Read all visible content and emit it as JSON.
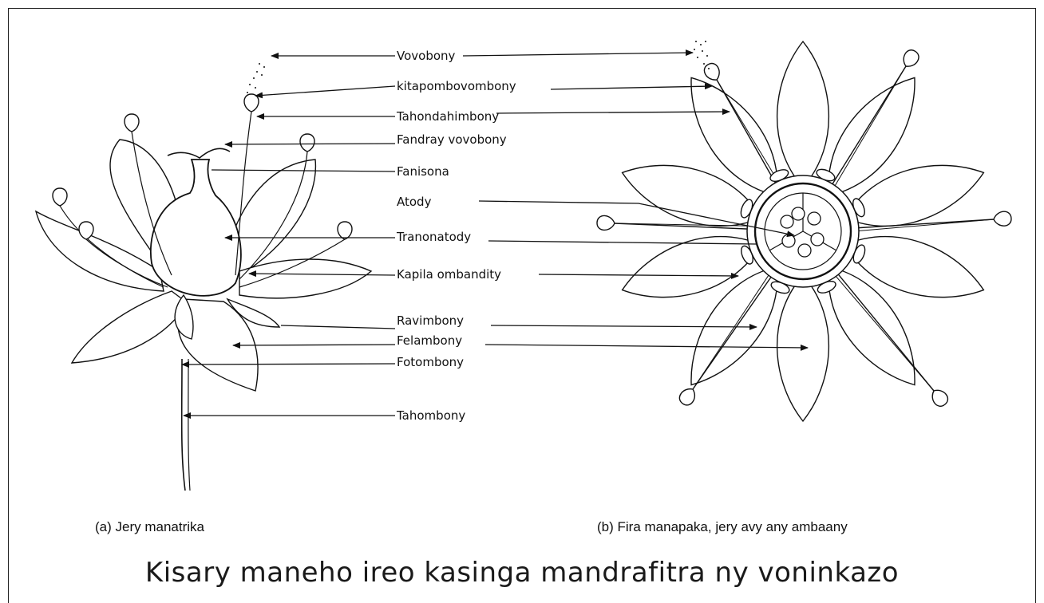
{
  "labels": {
    "vovobony": "Vovobony",
    "kitapombovombony": "kitapombovombony",
    "tahondahimbony": "Tahondahimbony",
    "fandray_vovobony": "Fandray vovobony",
    "fanisona": "Fanisona",
    "atody": "Atody",
    "tranonatody": "Tranonatody",
    "kapila_ombandity": "Kapila ombandity",
    "ravimbony": "Ravimbony",
    "felambony": "Felambony",
    "fotombony": "Fotombony",
    "tahombony": "Tahombony"
  },
  "captions": {
    "a": "(a) Jery manatrika",
    "b": "(b) Fira manapaka, jery avy any ambaany"
  },
  "title": "Kisary maneho ireo kasinga mandrafitra ny voninkazo"
}
